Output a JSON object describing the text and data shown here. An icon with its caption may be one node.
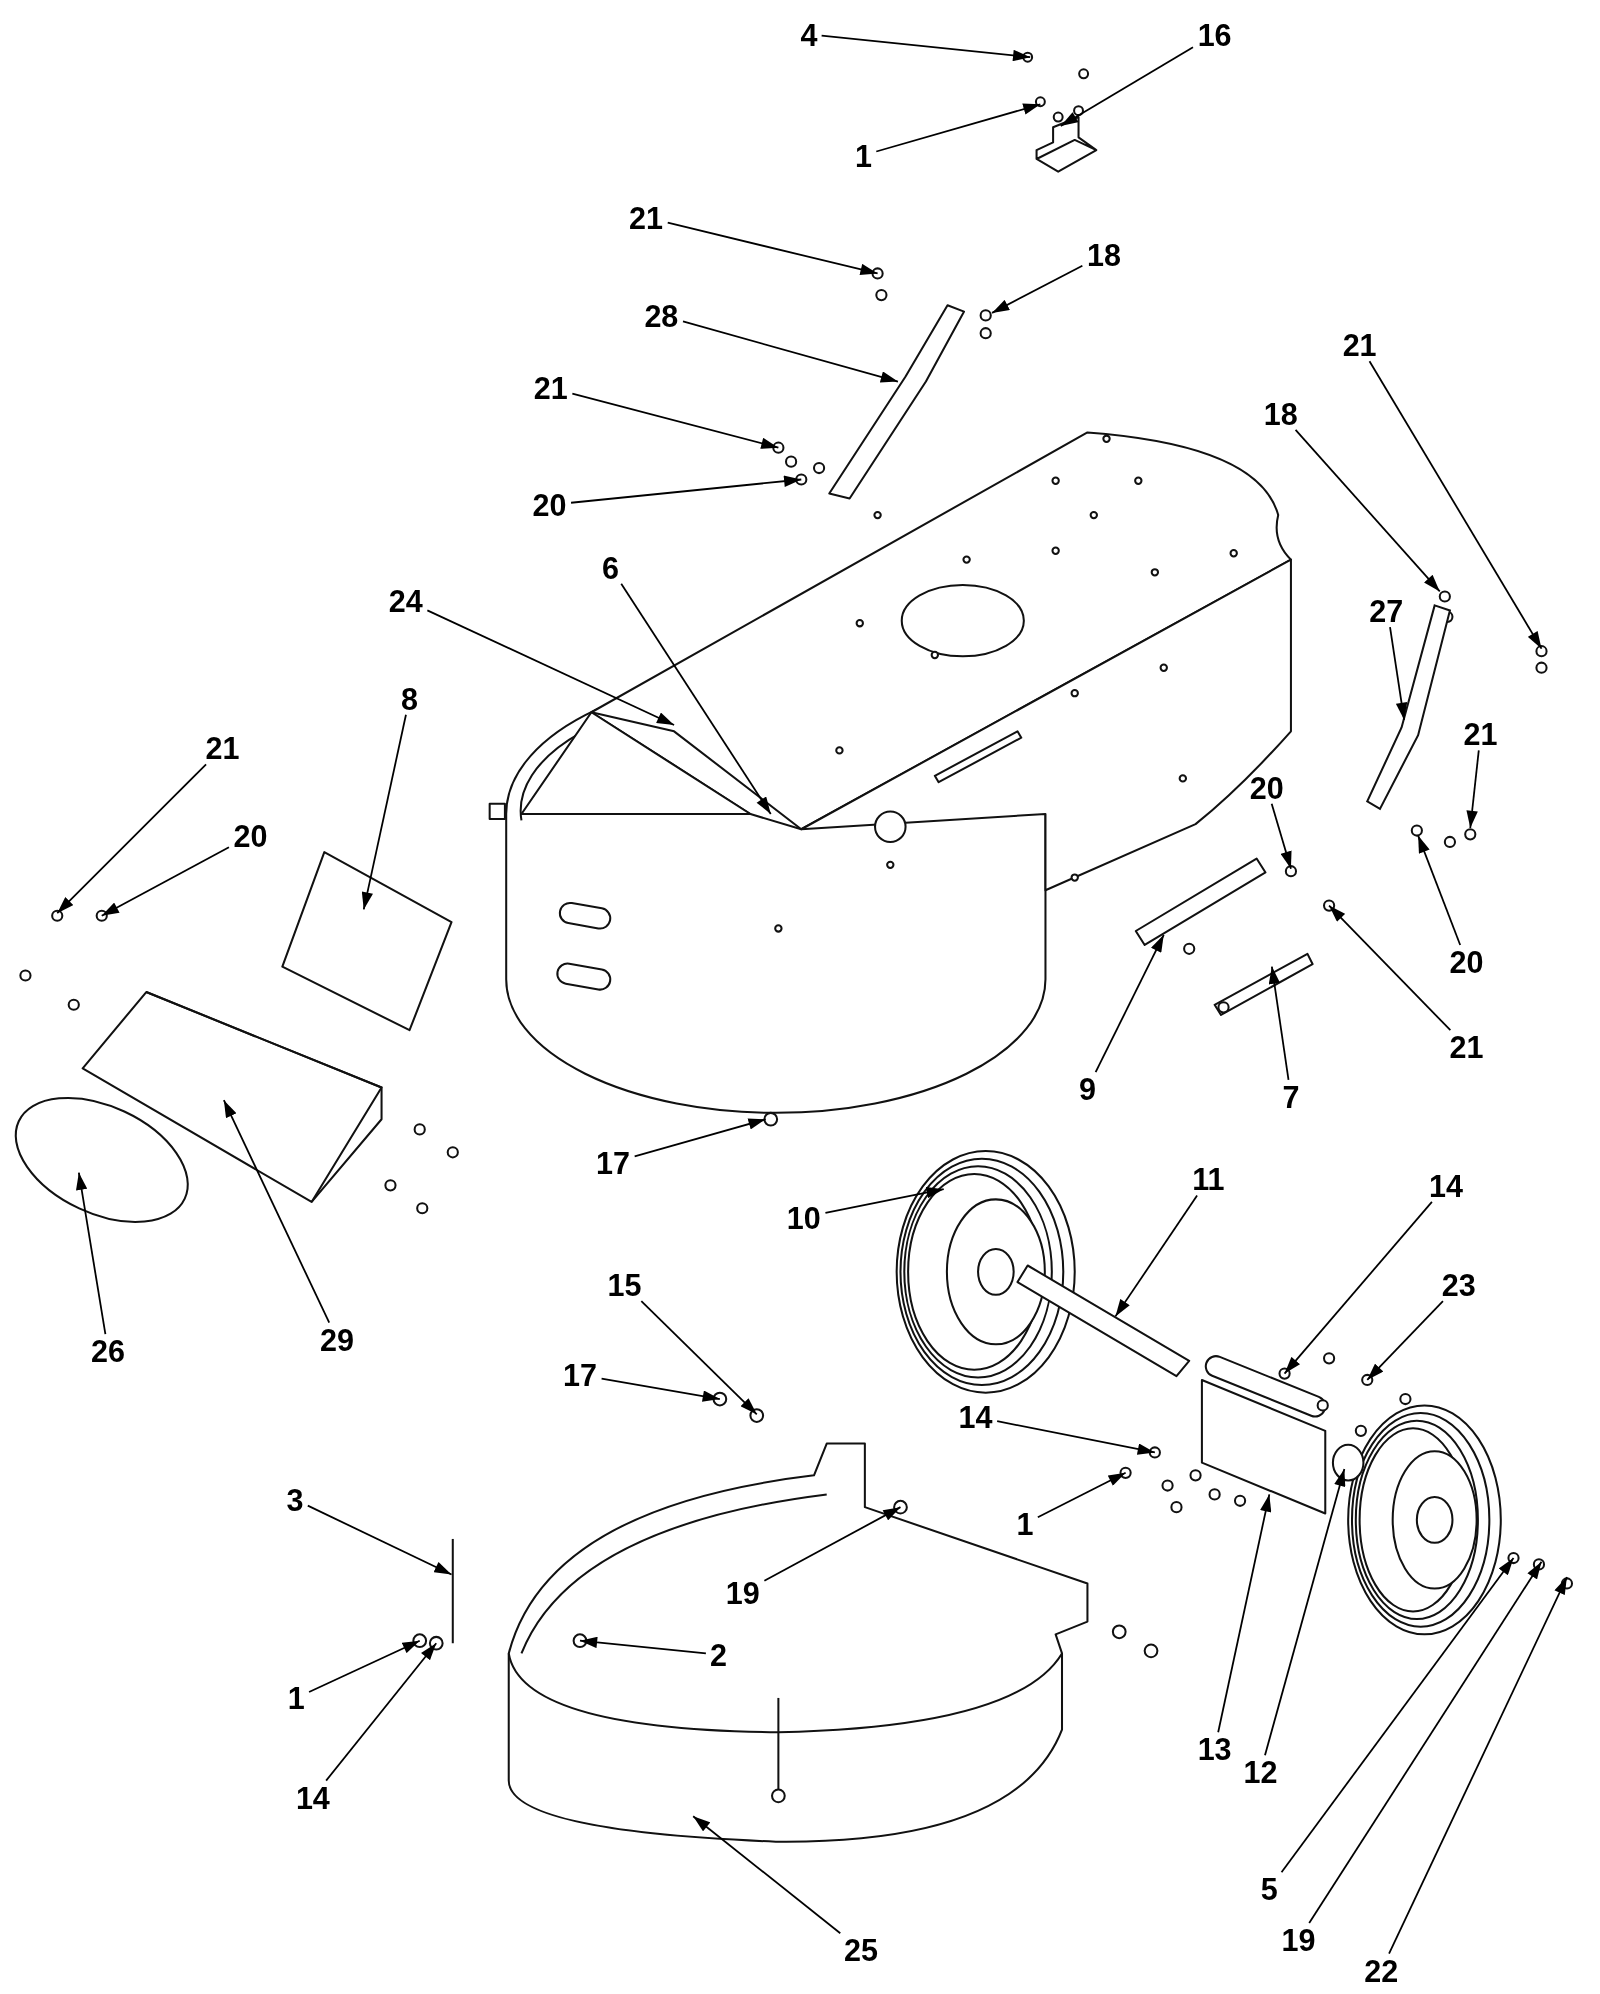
{
  "diagram": {
    "nodes": [
      {
        "text": [
          "4"
        ]
      },
      {
        "text": [
          "16"
        ]
      },
      {
        "text": [
          "1"
        ]
      },
      {
        "text": [
          "21"
        ]
      },
      {
        "text": [
          "18"
        ]
      },
      {
        "text": [
          "28"
        ]
      },
      {
        "text": [
          "21"
        ]
      },
      {
        "text": [
          "21"
        ]
      },
      {
        "text": [
          "18"
        ]
      },
      {
        "text": [
          "20"
        ]
      },
      {
        "text": [
          "6"
        ]
      },
      {
        "text": [
          "24"
        ]
      },
      {
        "text": [
          "27"
        ]
      },
      {
        "text": [
          "8"
        ]
      },
      {
        "text": [
          "21"
        ]
      },
      {
        "text": [
          "21"
        ]
      },
      {
        "text": [
          "20"
        ]
      },
      {
        "text": [
          "20"
        ]
      },
      {
        "text": [
          "20"
        ]
      },
      {
        "text": [
          "21"
        ]
      },
      {
        "text": [
          "9"
        ]
      },
      {
        "text": [
          "7"
        ]
      },
      {
        "text": [
          "17"
        ]
      },
      {
        "text": [
          "11"
        ]
      },
      {
        "text": [
          "14"
        ]
      },
      {
        "text": [
          "10"
        ]
      },
      {
        "text": [
          "23"
        ]
      },
      {
        "text": [
          "15"
        ]
      },
      {
        "text": [
          "26"
        ]
      },
      {
        "text": [
          "29"
        ]
      },
      {
        "text": [
          "17"
        ]
      },
      {
        "text": [
          "14"
        ]
      },
      {
        "text": [
          "3"
        ]
      },
      {
        "text": [
          "1"
        ]
      },
      {
        "text": [
          "19"
        ]
      },
      {
        "text": [
          "2"
        ]
      },
      {
        "text": [
          "1"
        ]
      },
      {
        "text": [
          "13"
        ]
      },
      {
        "text": [
          "14"
        ]
      },
      {
        "text": [
          "12"
        ]
      },
      {
        "text": [
          "5"
        ]
      },
      {
        "text": [
          "19"
        ]
      },
      {
        "text": [
          "25"
        ]
      },
      {
        "text": [
          "22"
        ]
      },
      {
        "text": [],
        "shape": "circle"
      },
      {
        "text": [],
        "shape": "bar"
      },
      {
        "text": [],
        "shape": "circle"
      },
      {
        "text": [],
        "shape": "circle"
      }
    ],
    "edges": [
      {
        "from": 0,
        "to": null,
        "arrow": "to"
      },
      {
        "from": 1,
        "to": null,
        "arrow": "to"
      },
      {
        "from": 2,
        "to": null,
        "arrow": "to"
      },
      {
        "from": 3,
        "to": null,
        "arrow": "to"
      },
      {
        "from": 4,
        "to": null,
        "arrow": "to"
      },
      {
        "from": 5,
        "to": null,
        "arrow": "to"
      },
      {
        "from": 6,
        "to": null,
        "arrow": "to"
      },
      {
        "from": 7,
        "to": null,
        "arrow": "to"
      },
      {
        "from": 8,
        "to": 44,
        "arrow": "to"
      },
      {
        "from": 9,
        "to": null,
        "arrow": "to"
      },
      {
        "from": 10,
        "to": null,
        "arrow": "to"
      },
      {
        "from": 11,
        "to": null,
        "arrow": "to"
      },
      {
        "from": 12,
        "to": 45,
        "arrow": "to"
      },
      {
        "from": 13,
        "to": null,
        "arrow": "to"
      },
      {
        "from": 14,
        "to": null,
        "arrow": "to"
      },
      {
        "from": 15,
        "to": 47,
        "arrow": "to"
      },
      {
        "from": 16,
        "to": null,
        "arrow": "to"
      },
      {
        "from": 17,
        "to": null,
        "arrow": "to"
      },
      {
        "from": 18,
        "to": 46,
        "arrow": "to"
      },
      {
        "from": 19,
        "to": null,
        "arrow": "to"
      },
      {
        "from": 20,
        "to": null,
        "arrow": "to"
      },
      {
        "from": 21,
        "to": null,
        "arrow": "to"
      },
      {
        "from": 22,
        "to": null,
        "arrow": "to"
      },
      {
        "from": 23,
        "to": null,
        "arrow": "to"
      },
      {
        "from": 24,
        "to": null,
        "arrow": "to"
      },
      {
        "from": 25,
        "to": null,
        "arrow": "to"
      },
      {
        "from": 26,
        "to": null,
        "arrow": "to"
      },
      {
        "from": 27,
        "to": null,
        "arrow": "to"
      },
      {
        "from": 28,
        "to": null,
        "arrow": "to"
      },
      {
        "from": 29,
        "to": null,
        "arrow": "to"
      },
      {
        "from": 30,
        "to": null,
        "arrow": "to"
      },
      {
        "from": 31,
        "to": null,
        "arrow": "to"
      },
      {
        "from": 32,
        "to": null,
        "arrow": "to"
      },
      {
        "from": 33,
        "to": null,
        "arrow": "to"
      },
      {
        "from": 34,
        "to": null,
        "arrow": "to"
      },
      {
        "from": 35,
        "to": null,
        "arrow": "to"
      },
      {
        "from": 36,
        "to": null,
        "arrow": "to"
      },
      {
        "from": 37,
        "to": null,
        "arrow": "to"
      },
      {
        "from": 38,
        "to": null,
        "arrow": "to"
      },
      {
        "from": 39,
        "to": null,
        "arrow": "to"
      },
      {
        "from": 40,
        "to": null,
        "arrow": "to"
      },
      {
        "from": 41,
        "to": null,
        "arrow": "to"
      },
      {
        "from": 42,
        "to": null,
        "arrow": "to"
      },
      {
        "from": 43,
        "to": null,
        "arrow": "to"
      }
    ]
  }
}
